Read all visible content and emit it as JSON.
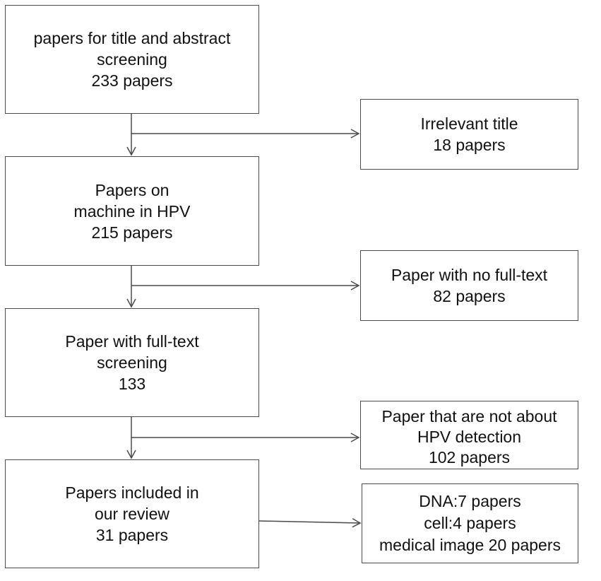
{
  "boxes": {
    "screening": {
      "lines": [
        "papers for title and abstract",
        "screening",
        "233 papers"
      ]
    },
    "irrelevant": {
      "lines": [
        "Irrelevant title",
        "18 papers"
      ]
    },
    "machine": {
      "lines": [
        "Papers on",
        "machine in HPV",
        "215 papers"
      ]
    },
    "no_fulltext": {
      "lines": [
        "Paper with no full-text",
        "82 papers"
      ]
    },
    "fulltext": {
      "lines": [
        "Paper with full-text",
        "screening",
        "133"
      ]
    },
    "not_detection": {
      "lines": [
        "Paper that are not about",
        "HPV detection",
        "102 papers"
      ]
    },
    "included": {
      "lines": [
        "Papers included in",
        "our review",
        "31 papers"
      ]
    },
    "breakdown": {
      "lines": [
        "DNA:7 papers",
        "cell:4 papers",
        "medical image 20 papers"
      ]
    }
  },
  "colors": {
    "border": "#4a4a4a",
    "text": "#111111",
    "background": "#ffffff"
  }
}
